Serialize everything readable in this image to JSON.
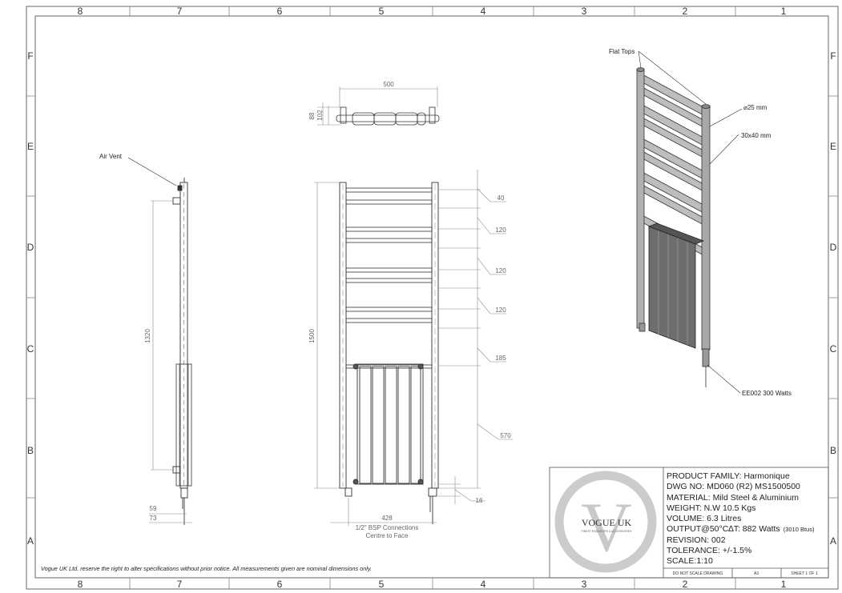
{
  "frame": {
    "columns": [
      "8",
      "7",
      "6",
      "5",
      "4",
      "3",
      "2",
      "1"
    ],
    "rows": [
      "F",
      "E",
      "D",
      "C",
      "B",
      "A"
    ]
  },
  "callouts": {
    "air_vent": "Air Vent",
    "flat_tops": "Flat Tops",
    "diameter": "25 mm",
    "diameter_symbol": "⌀",
    "tube": "30x40 mm",
    "element": "EE002 300 Watts"
  },
  "dimensions": {
    "width_top": "500",
    "depth_a": "88",
    "depth_b": "102",
    "centres": "1320",
    "height": "1500",
    "gap_a": "40",
    "gap_b": "120",
    "gap_c": "120",
    "gap_d": "120",
    "gap_e": "185",
    "gap_f": "570",
    "bottom_offset": "16",
    "side_a": "59",
    "side_b": "73",
    "connection_centres": "428",
    "bsp_line1": "1/2\" BSP Connections",
    "bsp_line2": "Centre to Face"
  },
  "title_block": {
    "product_family": "PRODUCT FAMILY: Harmonique",
    "dwg_no": "DWG NO: MD060 (R2) MS1500500",
    "material": "MATERIAL: Mild Steel & Aluminium",
    "weight": "WEIGHT: N.W 10.5 Kgs",
    "volume": "VOLUME: 6.3 Litres",
    "output_main": "OUTPUT@50°C∆T: 882 Watts",
    "output_btu": "(3010 Btus)",
    "revision": "REVISION: 002",
    "tolerance": "TOLERANCE: +/-1.5%",
    "scale": "SCALE:1:10",
    "do_not_scale": "DO NOT SCALE DRAWING",
    "paper": "A3",
    "sheet": "SHEET 1 OF 1",
    "logo_letter": "V",
    "logo_name": "VOGUE UK",
    "logo_tagline": "FINEST RADIATORS & ACCESSORIES"
  },
  "disclaimer": "Vogue UK Ltd. reserve the right to alter specifications without prior notice. All measurements given are nominal dimensions only."
}
